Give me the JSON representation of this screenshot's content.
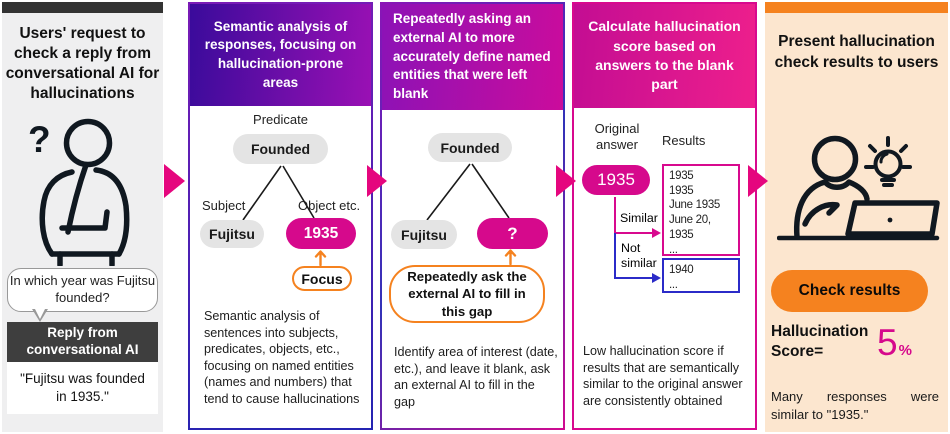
{
  "panels": {
    "request": {
      "title": "Users' request to check a reply from conversational AI for hallucinations",
      "question": "In which year was Fujitsu founded?",
      "reply_header": "Reply from conversational AI",
      "reply_text": "\"Fujitsu was founded in 1935.\""
    },
    "semantic": {
      "header": "Semantic analysis of responses, focusing on hallucination-prone areas",
      "predicate_label": "Predicate",
      "predicate_value": "Founded",
      "subject_label": "Subject",
      "subject_value": "Fujitsu",
      "object_label": "Object etc.",
      "object_value": "1935",
      "focus_label": "Focus",
      "body": "Semantic analysis of sentences into subjects, predicates, objects, etc., focusing on named entities (names and numbers) that tend to cause hallucinations"
    },
    "blank": {
      "header": "Repeatedly asking an external AI to more accurately define named entities that were left blank",
      "predicate_value": "Founded",
      "subject_value": "Fujitsu",
      "object_value": "?",
      "callout": "Repeatedly ask the external AI to fill in this gap",
      "body": "Identify area of interest (date, etc.), and leave it blank, ask an external AI to fill in the gap"
    },
    "score": {
      "header": "Calculate hallucination score based on answers to the blank part",
      "original_label": "Original answer",
      "results_label": "Results",
      "original_value": "1935",
      "similar_label": "Similar",
      "not_similar_label": "Not similar",
      "similar_results": [
        "1935",
        "1935",
        "June 1935",
        "June 20, 1935",
        "..."
      ],
      "not_similar_results": [
        "1940",
        "..."
      ],
      "body": "Low hallucination score if results that are semantically similar to the original answer are consistently obtained"
    },
    "present": {
      "title": "Present hallucination check results to users",
      "button": "Check results",
      "score_label": "Hallucination Score=",
      "score_value": "5",
      "score_unit": "%",
      "note": "Many responses were similar to \"1935.\""
    }
  },
  "icons": {
    "thinking_person": "thinking-person-icon",
    "question_mark": "?",
    "user_at_laptop": "user-at-laptop-icon",
    "lightbulb": "lightbulb-icon",
    "flow_arrow": "flow-arrow-icon",
    "focus_arrow": "focus-up-arrow-icon"
  },
  "colors": {
    "accent_magenta": "#d6098c",
    "flow_arrow": "#e5067e",
    "orange": "#f5821f",
    "blue": "#2b2bc8",
    "gradient_start": "#3a0b9b",
    "gradient_mid": "#9a10b4",
    "gradient_end": "#ee1f8c",
    "dark_bar": "#333333",
    "panel1_bg": "#efeff0",
    "panel5_bg": "#fce6cf"
  }
}
